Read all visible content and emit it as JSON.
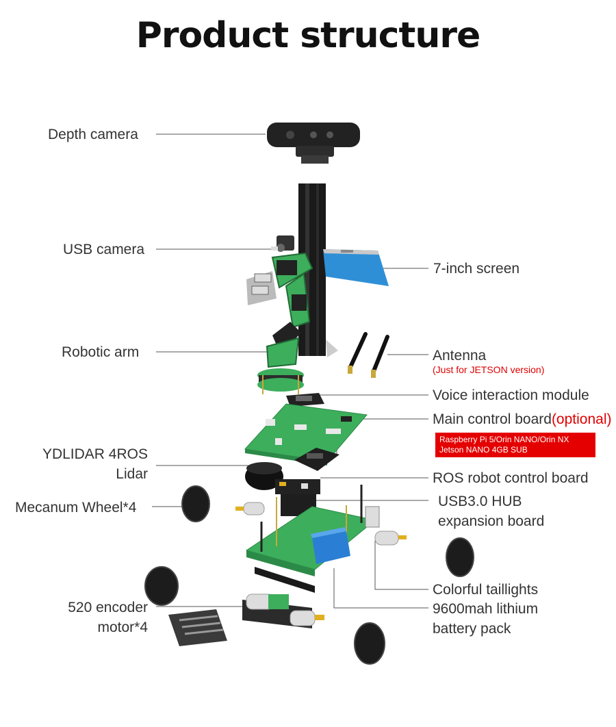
{
  "title": "Product structure",
  "labels": {
    "depth_camera": "Depth camera",
    "usb_camera": "USB camera",
    "screen": "7-inch screen",
    "robotic_arm": "Robotic arm",
    "antenna": "Antenna",
    "antenna_note": "(Just for JETSON version)",
    "voice_module": "Voice interaction module",
    "main_board": "Main control board",
    "main_board_note": "(optional)",
    "main_board_options": [
      "Raspberry Pi 5/Orin NANO/Orin NX",
      "Jetson NANO 4GB SUB"
    ],
    "lidar_line1": "YDLIDAR 4ROS",
    "lidar_line2": "Lidar",
    "ros_board": "ROS robot control board",
    "mecanum": "Mecanum Wheel*4",
    "hub_line1": "USB3.0 HUB",
    "hub_line2": "expansion board",
    "taillights": "Colorful taillights",
    "battery_line1": "9600mah lithium",
    "battery_line2": "battery pack",
    "motor_line1": "520 encoder",
    "motor_line2": "motor*4"
  },
  "colors": {
    "pcb_green": "#3dae5c",
    "screen_blue": "#2f8fd6",
    "battery_blue": "#2a7fd4",
    "accent_red": "#e40000",
    "frame_dark": "#1a1a1a"
  }
}
